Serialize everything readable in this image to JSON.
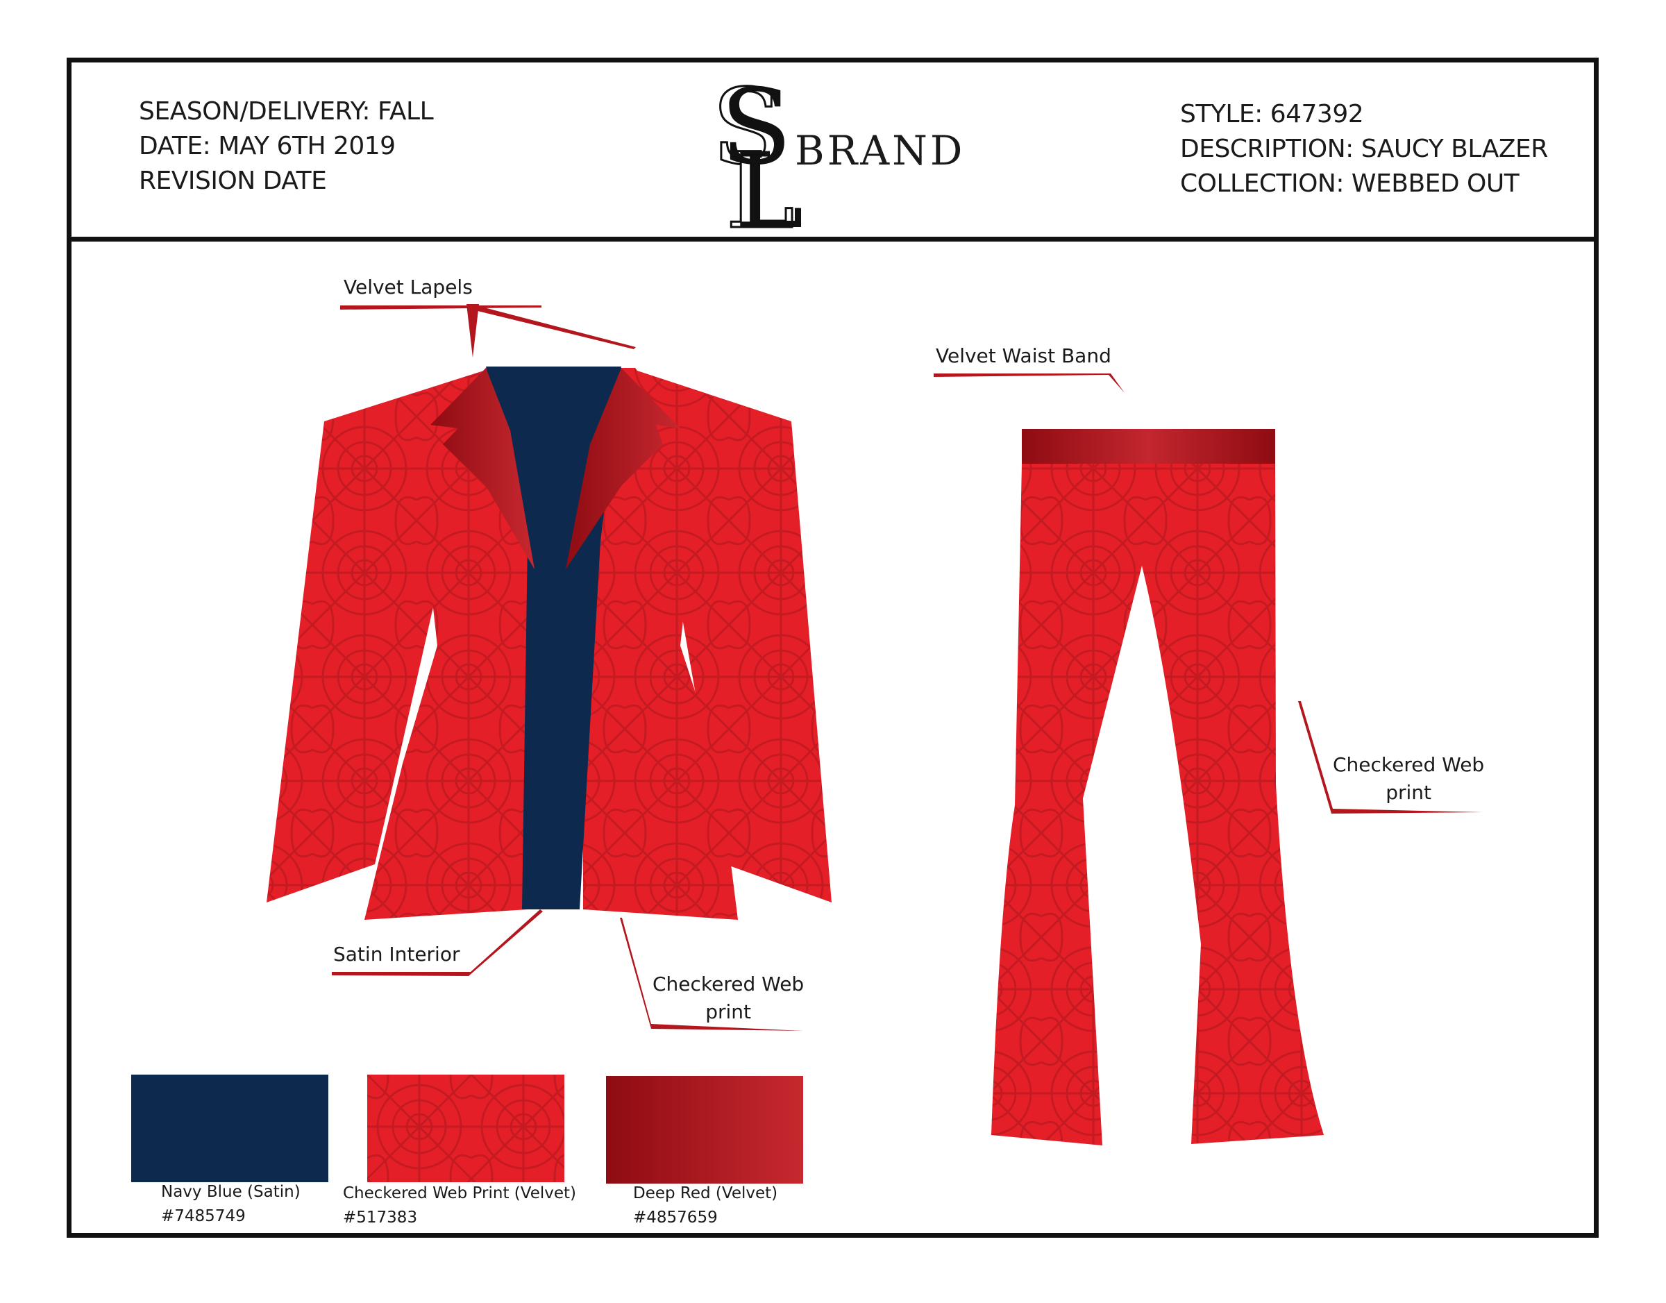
{
  "header": {
    "season": "SEASON/DELIVERY: FALL",
    "date": "DATE: MAY 6TH 2019",
    "revision": "REVISION DATE",
    "style": "STYLE: 647392",
    "description": "DESCRIPTION: SAUCY BLAZER",
    "collection": "COLLECTION: WEBBED OUT",
    "logo_letters": "SL",
    "logo_word": "BRAND"
  },
  "callouts": {
    "lapels": "Velvet Lapels",
    "waistband": "Velvet Waist Band",
    "satin": "Satin Interior",
    "jacket_print_line1": "Checkered Web",
    "jacket_print_line2": "print",
    "pants_print_line1": "Checkered Web",
    "pants_print_line2": "print"
  },
  "swatches": [
    {
      "name": "Navy Blue (Satin)",
      "code": "#7485749",
      "color": "#0d2a4e"
    },
    {
      "name": "Checkered Web Print (Velvet)",
      "code": "#517383",
      "color": "#e51f27"
    },
    {
      "name": "Deep Red (Velvet)",
      "code": "#4857659",
      "color": "#9b0f14"
    }
  ],
  "colors": {
    "fabric_red": "#e51f27",
    "web_red": "#c41a22",
    "velvet_dark": "#8e0c12",
    "velvet_light": "#c3262e",
    "navy": "#0d2a4e",
    "leader": "#b3161c"
  }
}
